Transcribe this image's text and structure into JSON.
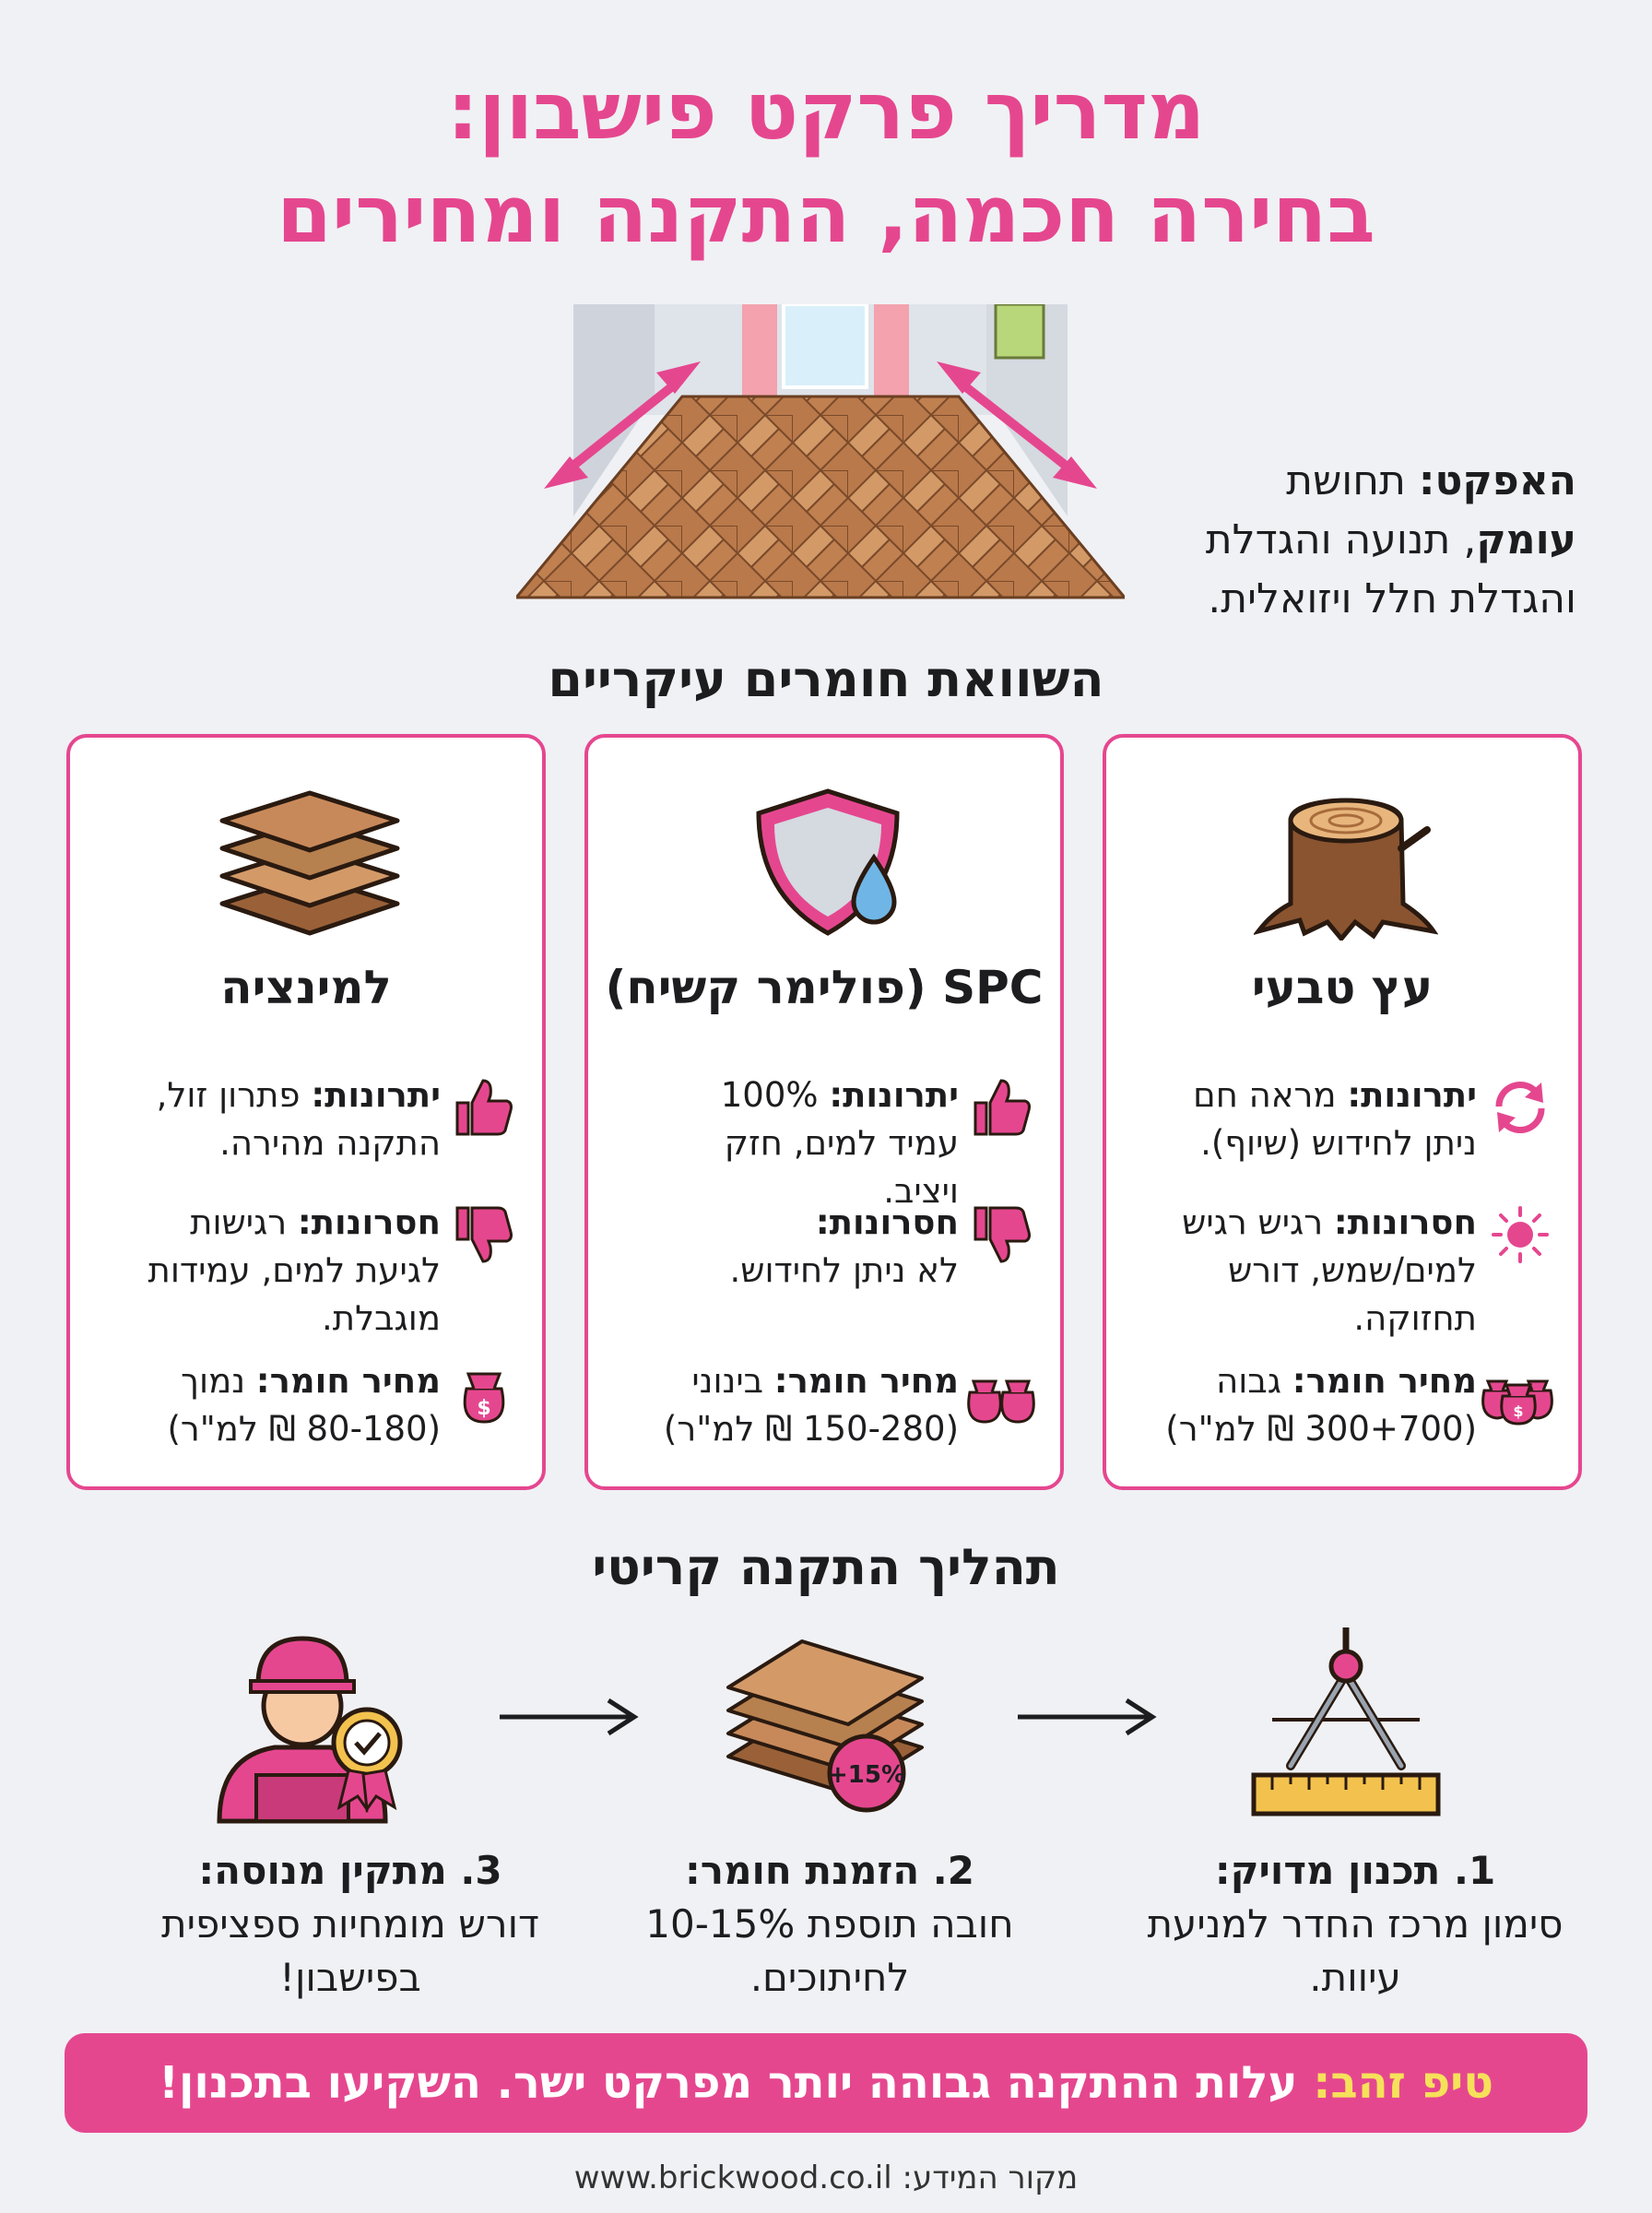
{
  "title": {
    "line1": "מדריך פרקט פישבון:",
    "line2": "בחירה חכמה, התקנה ומחירים"
  },
  "effect": {
    "label": "האפקט:",
    "text1": " תחושת",
    "bold2": "עומק",
    "text2": ", תנועה והגדלת",
    "text3": "והגדלת חלל ויזואלית."
  },
  "compare": {
    "heading": "השוואת חומרים עיקריים",
    "cards": [
      {
        "title": "עץ טבעי",
        "icon": "tree-stump-icon",
        "pros_label": "יתרונות:",
        "pros_text": " מראה חם ניתן לחידוש (שיוף).",
        "pros_icon": "refresh-icon",
        "cons_label": "חסרונות:",
        "cons_text": " רגיש רגיש למים/שמש, דורש תחזוקה.",
        "cons_icon": "sun-icon",
        "price_label": "מחיר חומר:",
        "price_text": " גבוה (300+700 ₪ למ\"ר)",
        "price_icon": "three-money-bags-icon"
      },
      {
        "title": "SPC (פולימר קשיח)",
        "icon": "shield-water-drop-icon",
        "pros_label": "יתרונות:",
        "pros_text": " 100% עמיד למים, חזק ויציב.",
        "pros_icon": "thumbs-up-icon",
        "cons_label": "חסרונות:",
        "cons_text": " לא ניתן לחידוש.",
        "cons_icon": "thumbs-down-icon",
        "price_label": "מחיר חומר:",
        "price_text": " בינוני (150-280 ₪ למ\"ר)",
        "price_icon": "two-money-bags-icon"
      },
      {
        "title": "למינציה",
        "icon": "layers-icon",
        "pros_label": "יתרונות:",
        "pros_text": " פתרון זול, התקנה מהירה.",
        "pros_icon": "thumbs-up-icon",
        "cons_label": "חסרונות:",
        "cons_text": " רגישות לגיעת למים, עמידות מוגבלת.",
        "cons_icon": "thumbs-down-icon",
        "price_label": "מחיר חומר:",
        "price_text": " נמוך (80-180 ₪ למ\"ר)",
        "price_icon": "money-bag-icon"
      }
    ]
  },
  "install": {
    "heading": "תהליך התקנה קריטי",
    "steps": [
      {
        "label": "1. תכנון מדויק:",
        "text": "סימון מרכז החדר למניעת עיוות.",
        "icon": "compass-ruler-icon"
      },
      {
        "label": "2. הזמנת חומר:",
        "text": "חובה תוספת 10-15% לחיתוכים.",
        "icon": "wood-planks-icon",
        "badge": "+15%"
      },
      {
        "label": "3. מתקין מנוסה:",
        "text": "דורש מומחיות ספציפית בפישבון!",
        "icon": "installer-badge-icon"
      }
    ]
  },
  "tip": {
    "label": "טיפ זהב:",
    "text": " עלות ההתקנה גבוהה יותר מפרקט ישר. השקיעו בתכנון!"
  },
  "source": {
    "label": "מקור המידע:",
    "url": "www.brickwood.co.il"
  },
  "colors": {
    "accent": "#e5478f",
    "gold": "#f6e15a",
    "wood": "#c8895a",
    "bg": "#f0f1f4"
  }
}
